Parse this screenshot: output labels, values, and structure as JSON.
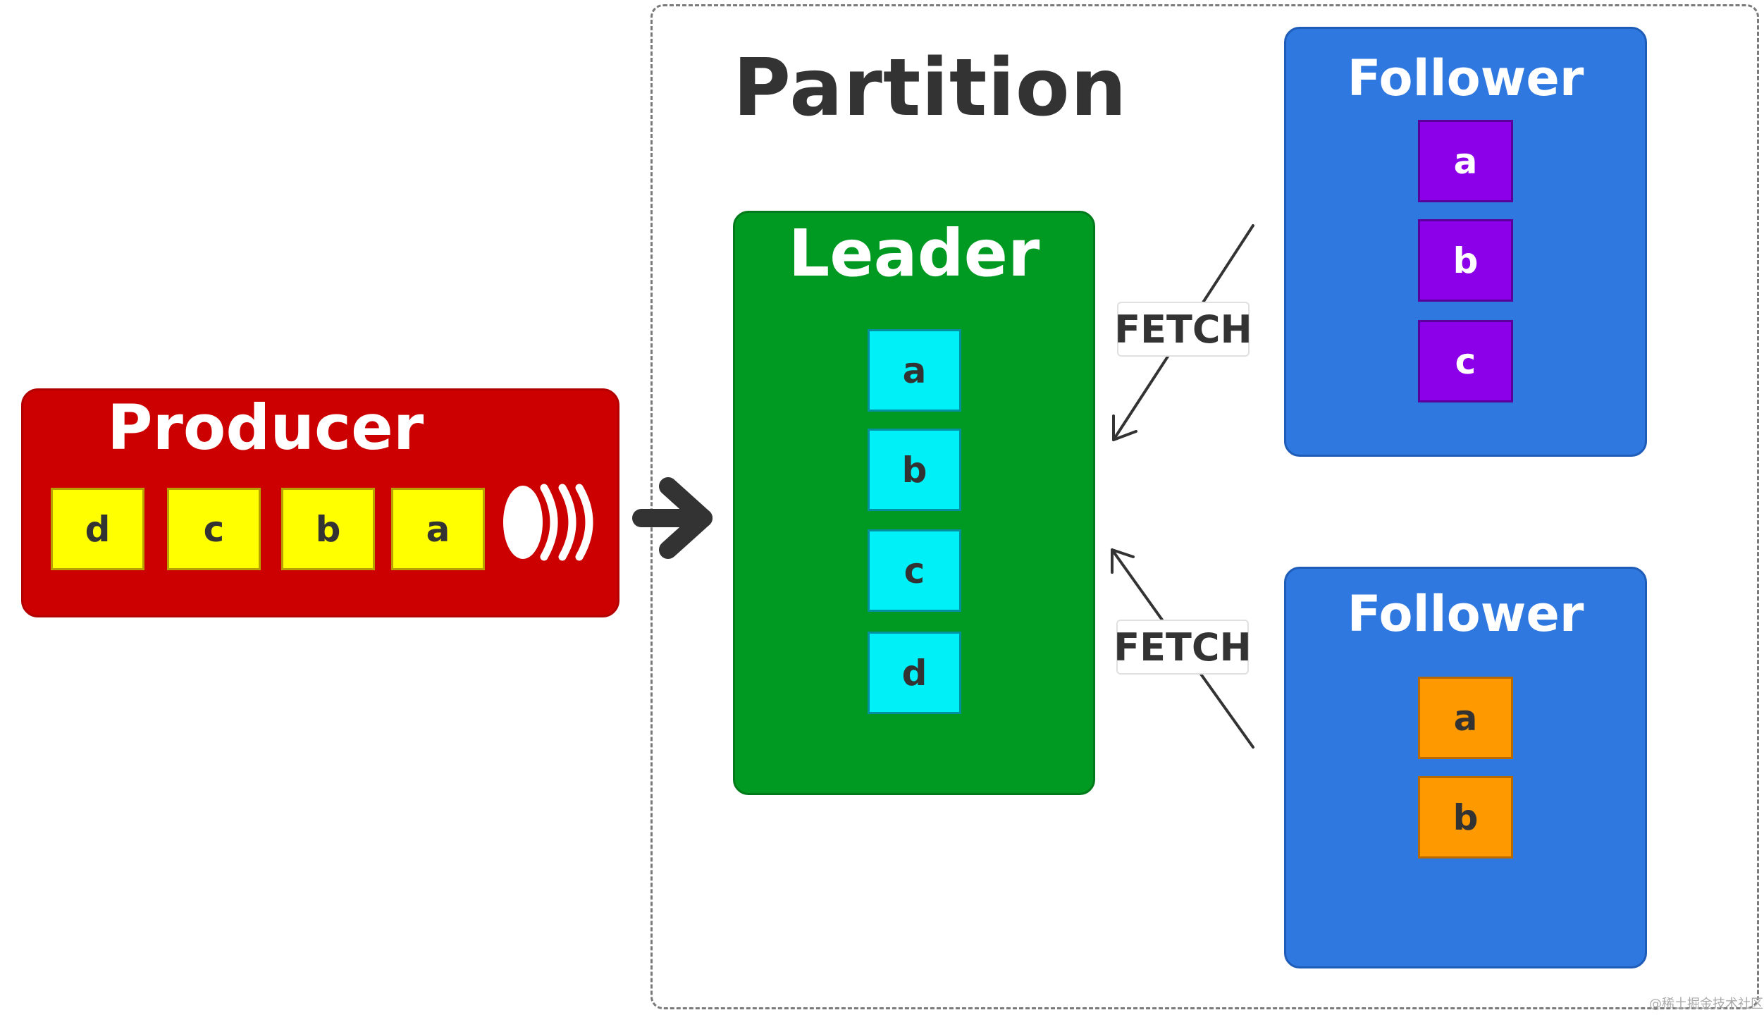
{
  "partition": {
    "title": "Partition"
  },
  "producer": {
    "title": "Producer",
    "messages": [
      "d",
      "c",
      "b",
      "a"
    ]
  },
  "leader": {
    "title": "Leader",
    "messages": [
      "a",
      "b",
      "c",
      "d"
    ]
  },
  "followers": [
    {
      "title": "Follower",
      "messages": [
        "a",
        "b",
        "c"
      ]
    },
    {
      "title": "Follower",
      "messages": [
        "a",
        "b"
      ]
    }
  ],
  "fetch_labels": [
    "FETCH",
    "FETCH"
  ],
  "watermark": "@稀土掘金技术社区",
  "colors": {
    "producer": "#cc0000",
    "producer_message": "#ffff00",
    "leader": "#009922",
    "leader_message": "#00f0f8",
    "follower": "#2e78e0",
    "follower1_message": "#8b00e8",
    "follower2_message": "#ff9900"
  }
}
